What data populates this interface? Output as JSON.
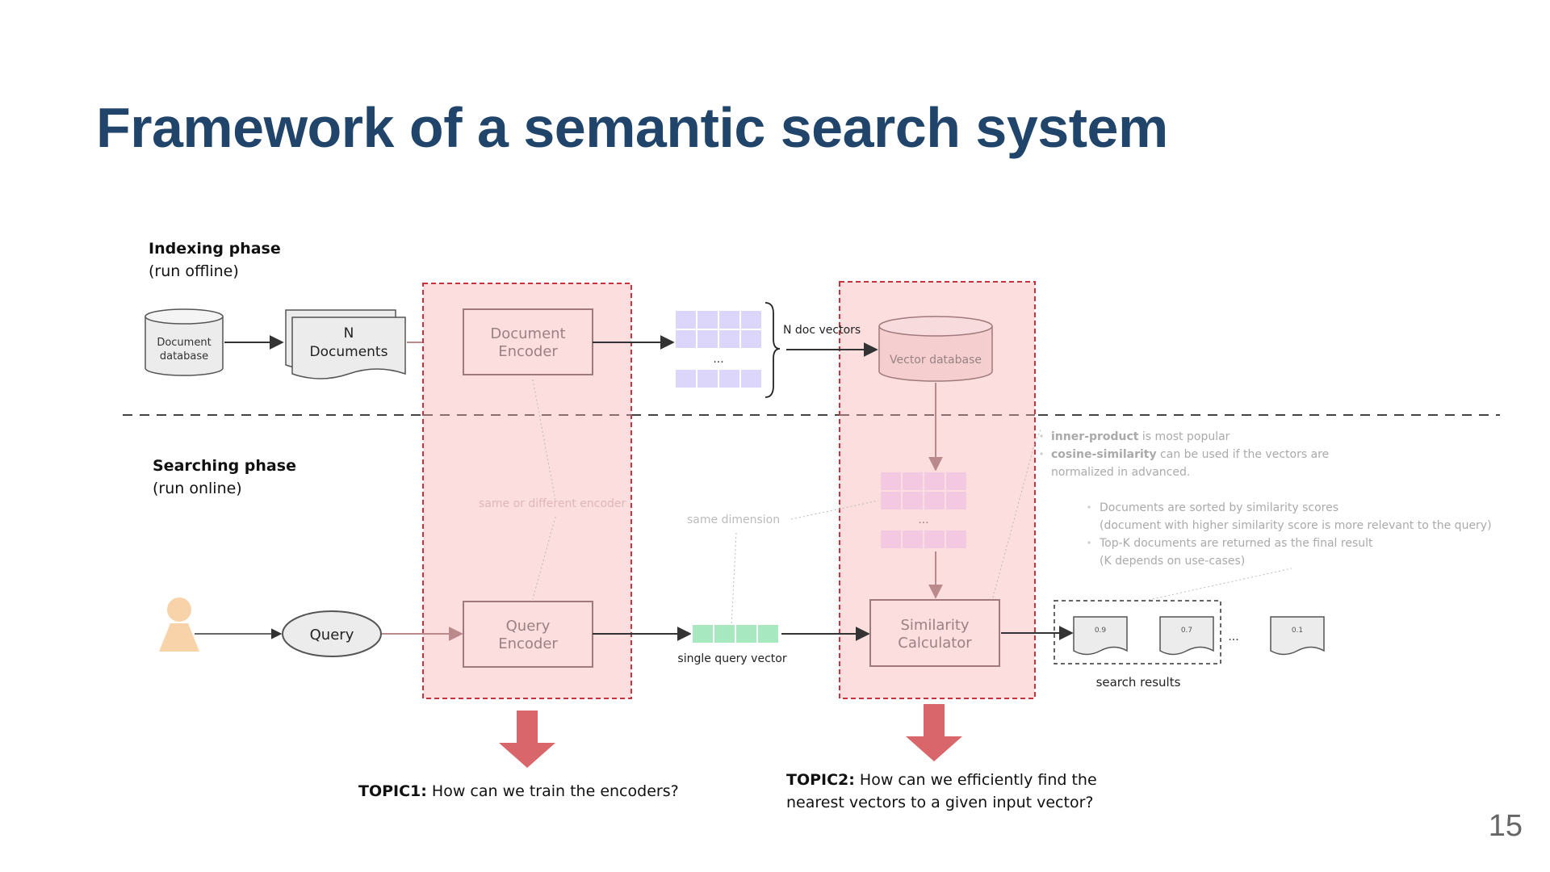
{
  "slide": {
    "title": "Framework of a semantic search system",
    "page_number": "15"
  },
  "phases": {
    "indexing": {
      "label": "Indexing phase",
      "sub": "(run offline)"
    },
    "searching": {
      "label": "Searching phase",
      "sub": "(run online)"
    }
  },
  "nodes": {
    "document_database": [
      "Document",
      "database"
    ],
    "n_documents": [
      "N",
      "Documents"
    ],
    "document_encoder": [
      "Document",
      "Encoder"
    ],
    "vector_database": "Vector database",
    "query": "Query",
    "query_encoder": [
      "Query",
      "Encoder"
    ],
    "similarity_calculator": [
      "Similarity",
      "Calculator"
    ]
  },
  "labels": {
    "n_doc_vectors": "N doc vectors",
    "ellipsis": "...",
    "same_or_different_encoder": "same or different encoder",
    "same_dimension": "same dimension",
    "single_query_vector": "single query vector",
    "search_results": "search results",
    "results_ellipsis": "..."
  },
  "similarity_notes": [
    {
      "bold": "inner-product",
      "rest": " is most popular"
    },
    {
      "bold": "cosine-similarity",
      "rest": " can be used if the vectors are"
    },
    {
      "bold": "",
      "rest": "normalized in advanced."
    }
  ],
  "ranking_notes": [
    {
      "text": "Documents are sorted by similarity scores",
      "bullet": true
    },
    {
      "text": "(document with higher similarity score is more relevant to the query)",
      "bullet": false
    },
    {
      "text": "Top-K documents are returned as the final result",
      "bullet": true
    },
    {
      "text": "(K depends on use-cases)",
      "bullet": false
    }
  ],
  "results": [
    {
      "score": "0.9"
    },
    {
      "score": "0.7"
    },
    {
      "score": "0.1"
    }
  ],
  "topics": {
    "topic1": {
      "label": "TOPIC1:",
      "text": " How can we train the  encoders?"
    },
    "topic2": {
      "label": "TOPIC2:",
      "text": " How can we efficiently find the",
      "line2": "nearest vectors to a given input vector?"
    }
  },
  "colors": {
    "title": "#21456a",
    "highlight_fill": "#fcdede",
    "highlight_border": "#c8323c",
    "arrow_red": "#d9666a",
    "doc_vector": "#dcd7fa",
    "query_vector": "#a8e8c0",
    "user": "#f8d2a8"
  }
}
